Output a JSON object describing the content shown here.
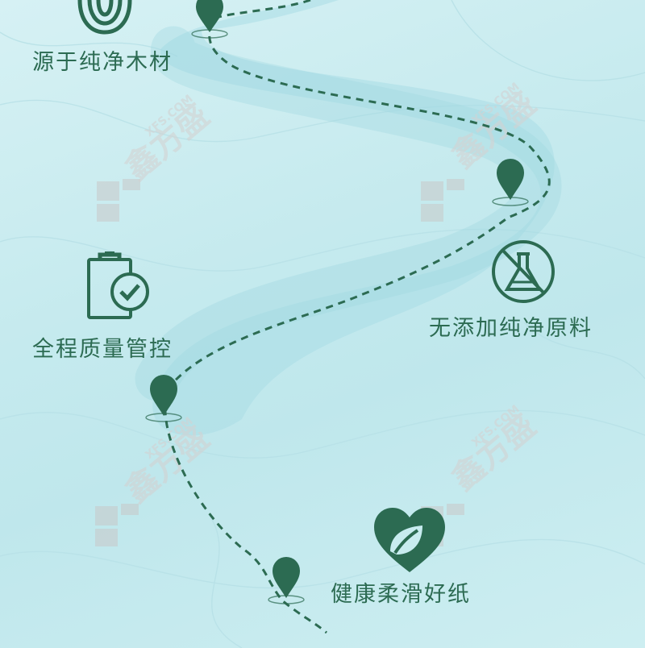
{
  "colors": {
    "background": "#c8ecef",
    "accent_green": "#2c6b52",
    "river": "#a9dde6"
  },
  "features": [
    {
      "label": "源于纯净木材",
      "icon": "tree-rings-icon"
    },
    {
      "label": "全程质量管控",
      "icon": "clipboard-check-icon"
    },
    {
      "label": "无添加纯净原料",
      "icon": "no-chemical-flask-icon"
    },
    {
      "label": "健康柔滑好纸",
      "icon": "heart-leaf-icon"
    }
  ],
  "watermark": {
    "brand": "鑫方盛",
    "domain": "XFS.COM"
  }
}
